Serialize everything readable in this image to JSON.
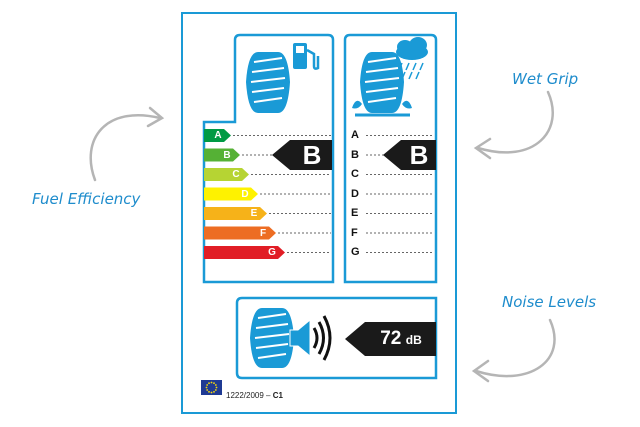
{
  "callouts": {
    "fuel": "Fuel Efficiency",
    "wet": "Wet Grip",
    "noise": "Noise Levels"
  },
  "fuel": {
    "grades": [
      "A",
      "B",
      "C",
      "D",
      "E",
      "F",
      "G"
    ],
    "colors": [
      "#009a44",
      "#55b135",
      "#b6d433",
      "#fef200",
      "#f6b219",
      "#ed6d23",
      "#e11d25"
    ],
    "rating": "B",
    "icon": "fuel-pump-icon"
  },
  "wet": {
    "grades": [
      "A",
      "B",
      "C",
      "D",
      "E",
      "F",
      "G"
    ],
    "rating": "B",
    "icon": "rain-cloud-icon"
  },
  "noise": {
    "value": "72",
    "unit": "dB",
    "icon": "speaker-sound-waves-icon"
  },
  "footer": {
    "regulation": "1222/2009 – ",
    "tyre_class": "C1"
  },
  "colors": {
    "frame": "#1a9ad6",
    "callout": "#1e8ccc",
    "rating_bg": "#1a1a1a"
  }
}
